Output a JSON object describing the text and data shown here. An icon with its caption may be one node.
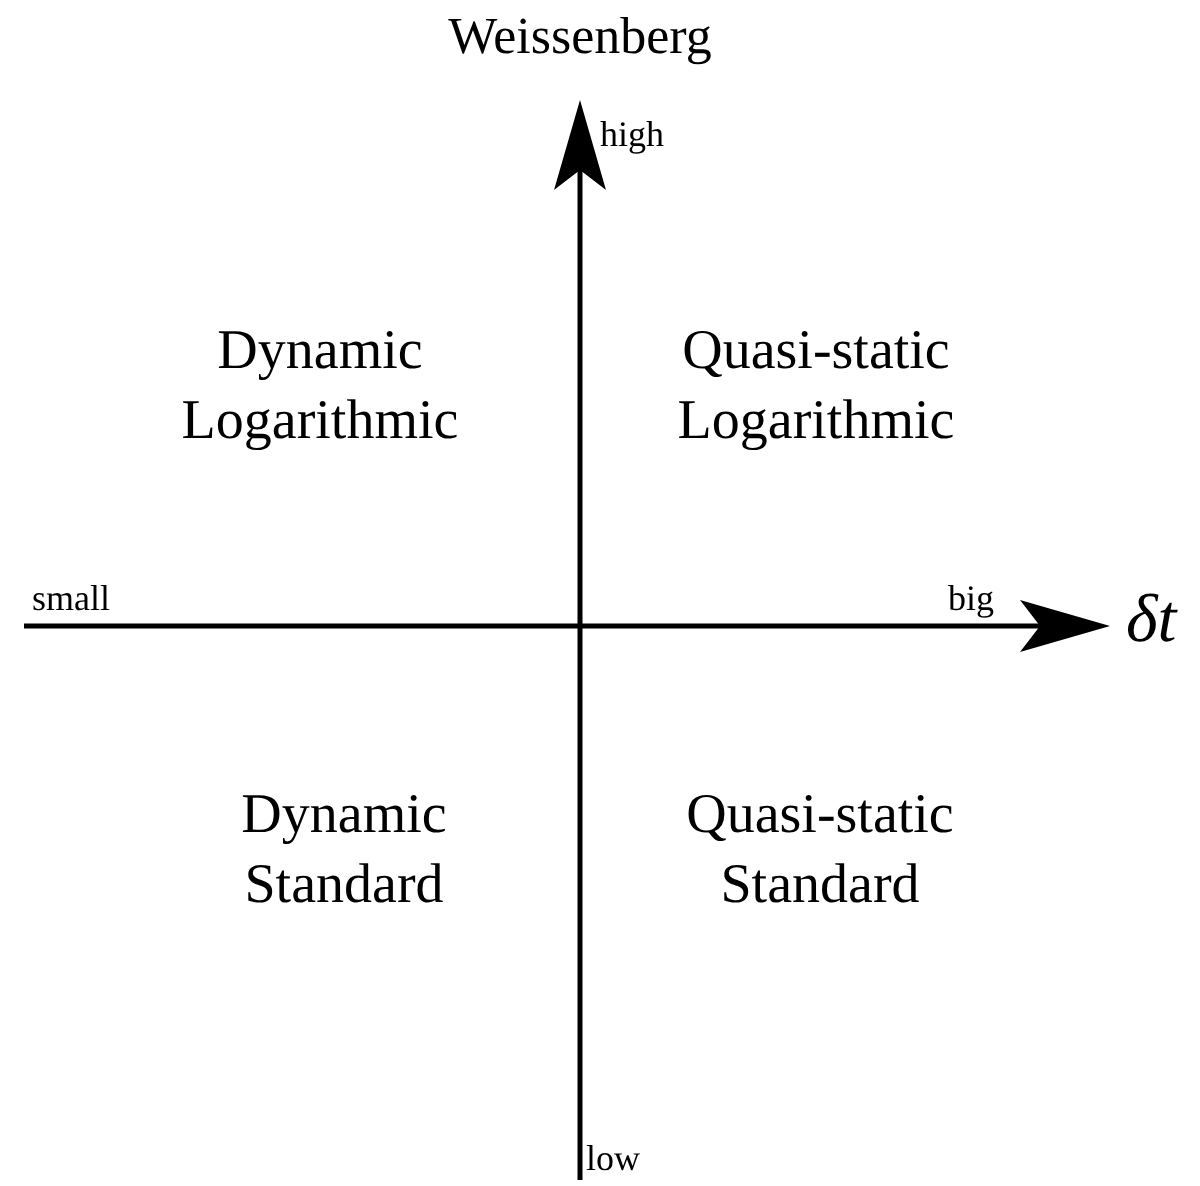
{
  "diagram": {
    "labels": [
      "Weissenberg",
      "high",
      "Dynamic Logarithmic",
      "Quasi-static Logarithmic",
      "small",
      "big",
      "δt",
      "Dynamic Standard",
      "Quasi-static Standard",
      "low"
    ]
  }
}
